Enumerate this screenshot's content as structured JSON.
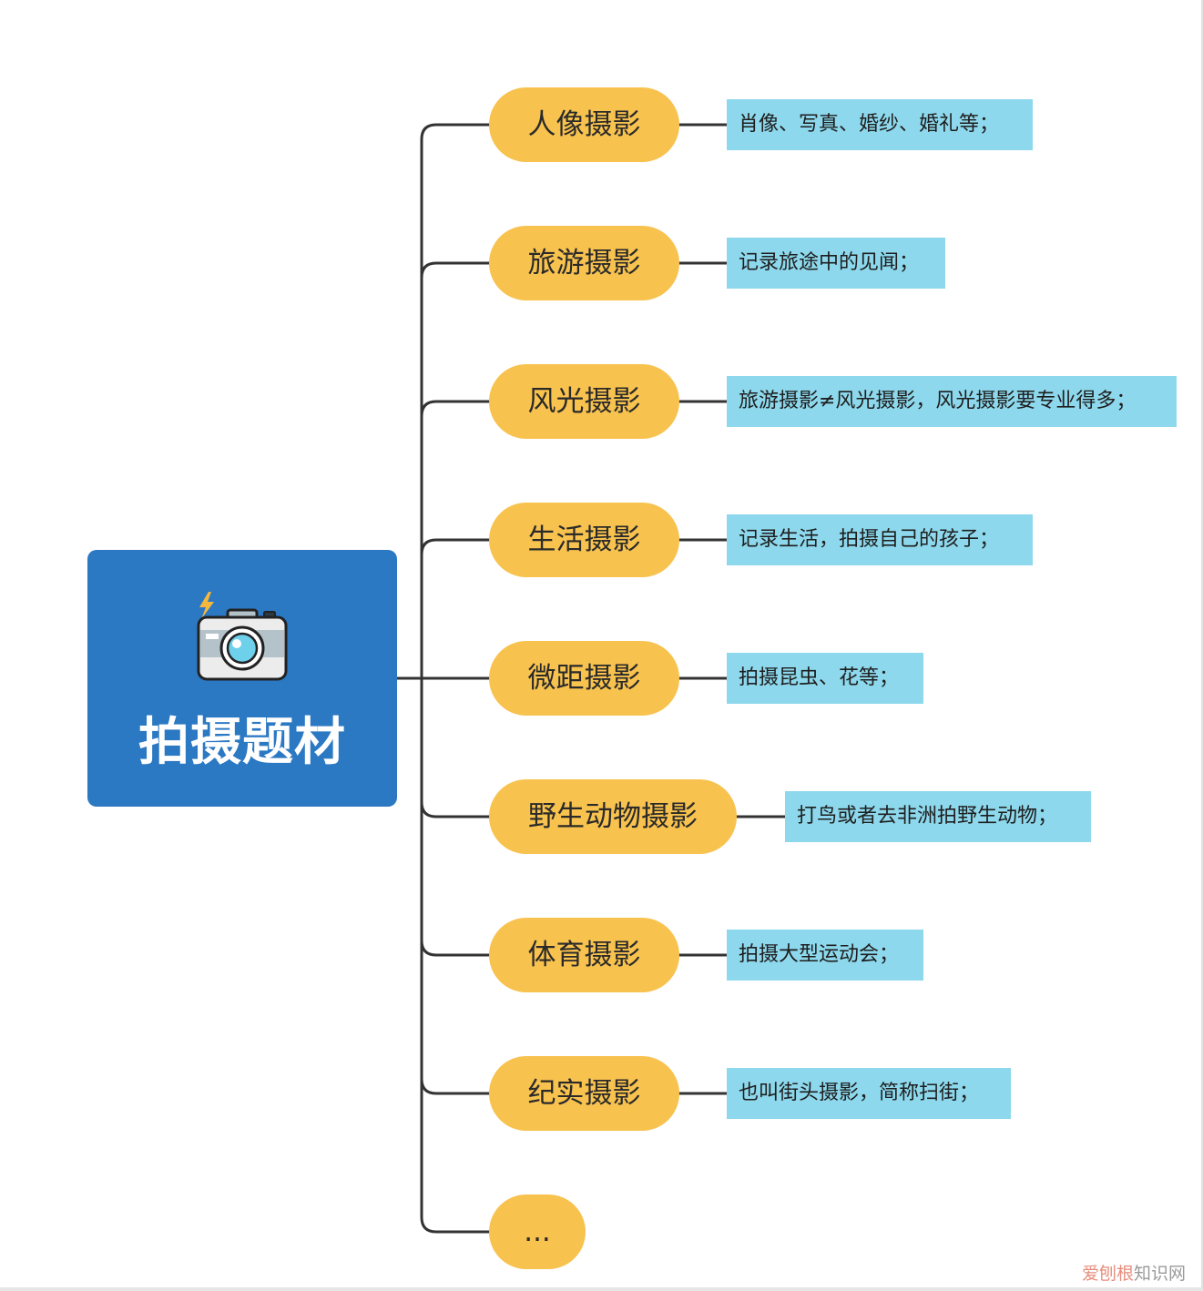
{
  "root": {
    "title": "拍摄题材",
    "icon": "camera-icon",
    "color": "#2b78c3"
  },
  "colors": {
    "branch": "#f8c24e",
    "leaf": "#8dd8ec",
    "line": "#333333"
  },
  "branches": [
    {
      "label": "人像摄影",
      "note": "肖像、写真、婚纱、婚礼等；"
    },
    {
      "label": "旅游摄影",
      "note": "记录旅途中的见闻；"
    },
    {
      "label": "风光摄影",
      "note": "旅游摄影≠风光摄影，风光摄影要专业得多；"
    },
    {
      "label": "生活摄影",
      "note": "记录生活，拍摄自己的孩子；"
    },
    {
      "label": "微距摄影",
      "note": "拍摄昆虫、花等；"
    },
    {
      "label": "野生动物摄影",
      "note": "打鸟或者去非洲拍野生动物；"
    },
    {
      "label": "体育摄影",
      "note": "拍摄大型运动会；"
    },
    {
      "label": "纪实摄影",
      "note": "也叫街头摄影，简称扫街；"
    },
    {
      "label": "..."
    }
  ],
  "watermark": {
    "part1": "爱刨根",
    "part2": "知识网"
  }
}
